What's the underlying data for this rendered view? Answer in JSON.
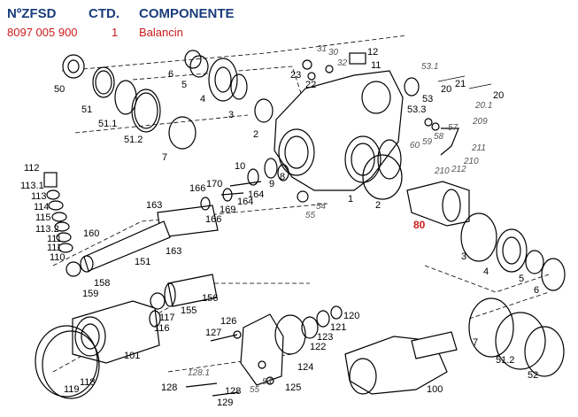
{
  "header": {
    "col_num": "NºZFSD",
    "col_qty": "CTD.",
    "col_comp": "COMPONENTE"
  },
  "row": {
    "num": "8097 005 900",
    "qty": "1",
    "comp": "Balancin"
  },
  "labels": [
    "50",
    "51",
    "51.1",
    "51.2",
    "7",
    "6",
    "5",
    "4",
    "3",
    "2",
    "31",
    "30",
    "32",
    "12",
    "11",
    "23",
    "22",
    "53.1",
    "21",
    "20",
    "20",
    "20.1",
    "53",
    "53.3",
    "209",
    "60",
    "59",
    "58",
    "57",
    "211",
    "210",
    "210",
    "212",
    "112",
    "113.1",
    "113",
    "114",
    "115",
    "113.2",
    "111",
    "111",
    "110",
    "163",
    "166",
    "170",
    "10",
    "9",
    "8",
    "164",
    "164",
    "169",
    "166",
    "54",
    "55",
    "1",
    "2",
    "160",
    "151",
    "163",
    "158",
    "159",
    "80",
    "3",
    "4",
    "5",
    "6",
    "155",
    "156",
    "117",
    "116",
    "126",
    "127",
    "123",
    "122",
    "121",
    "120",
    "101",
    "124",
    "119",
    "118",
    "128.1",
    "128",
    "128",
    "129",
    "55",
    "54",
    "125",
    "100",
    "7",
    "51.2",
    "52"
  ],
  "highlight_label": "80"
}
